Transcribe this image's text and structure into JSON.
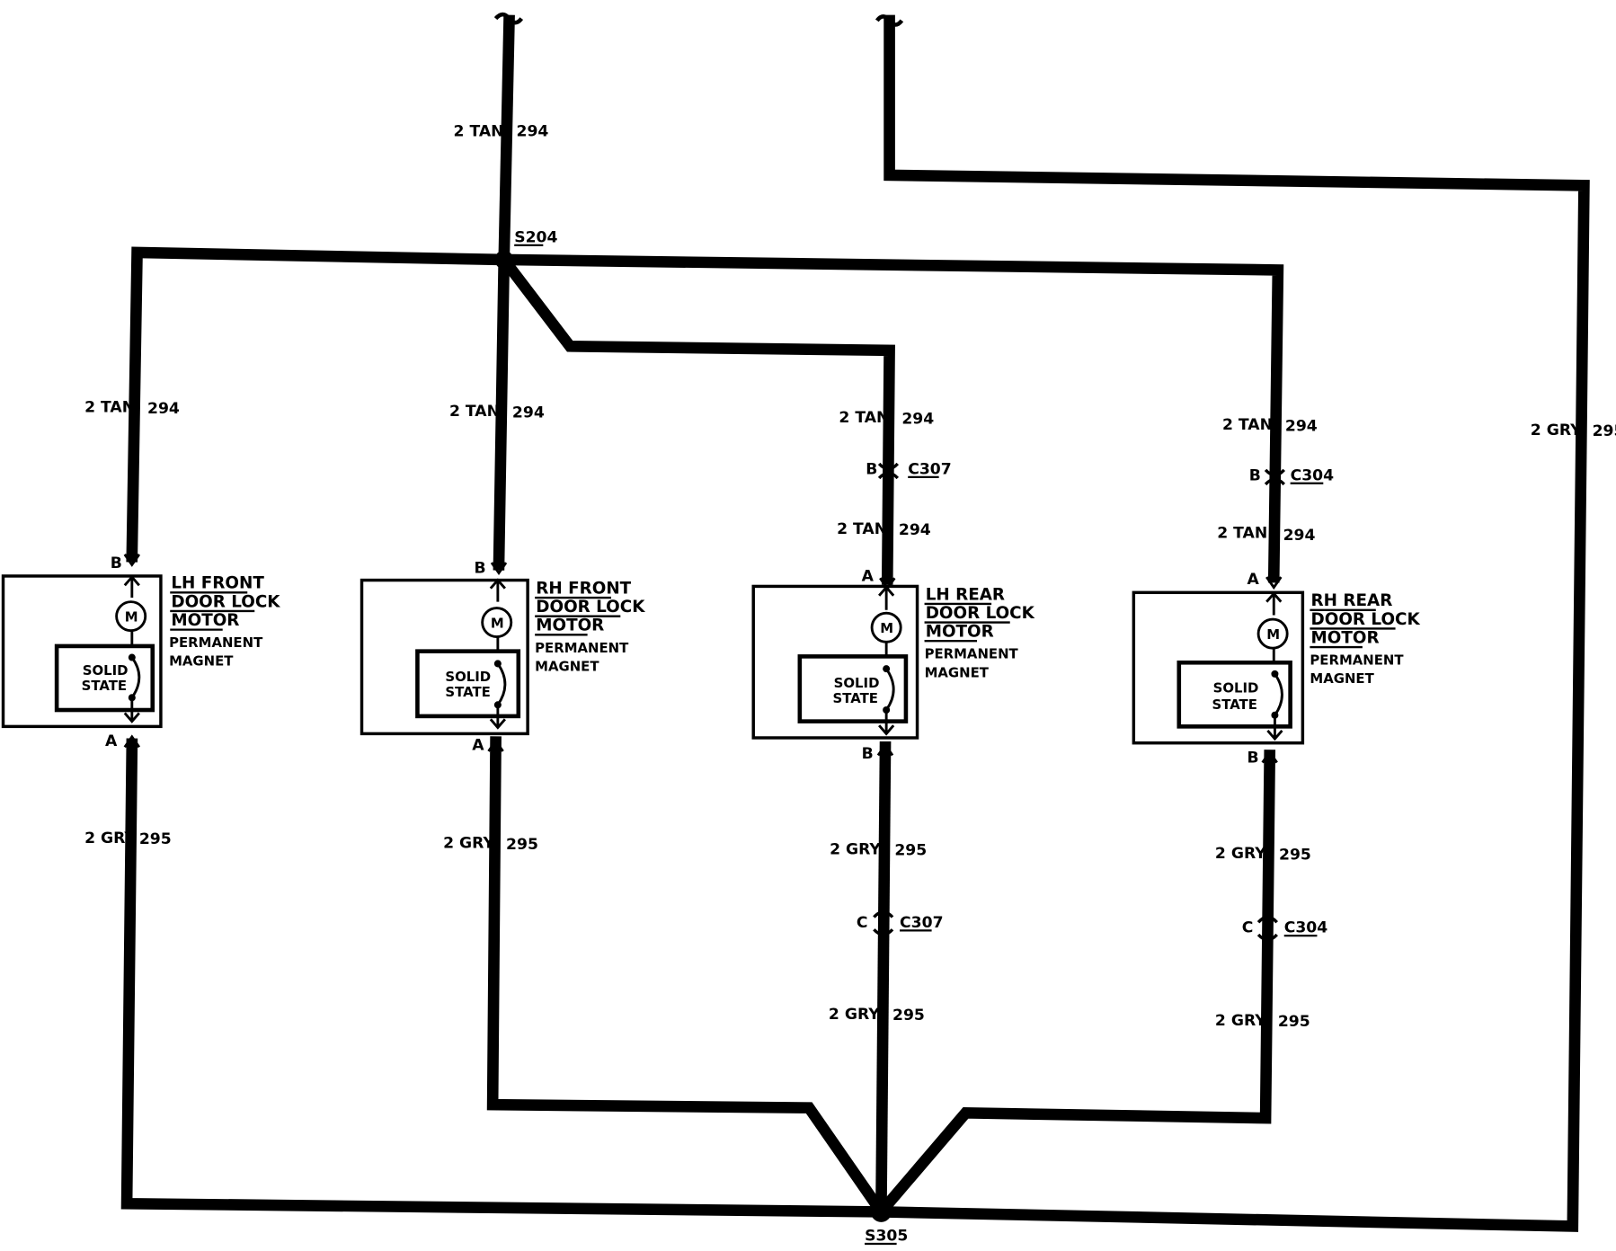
{
  "wire_labels": {
    "tan": "2 TAN",
    "tan_circuit": "294",
    "gry": "2 GRY",
    "gry_circuit": "295"
  },
  "splices": {
    "top": "S204",
    "bottom": "S305"
  },
  "connectors": {
    "lh_rear": "C307",
    "rh_rear": "C304"
  },
  "pins": {
    "a": "A",
    "b": "B",
    "c": "C"
  },
  "motors": [
    {
      "line1": "LH FRONT",
      "line2": "DOOR LOCK",
      "line3": "MOTOR",
      "note1": "PERMANENT",
      "note2": "MAGNET",
      "solid1": "SOLID",
      "solid2": "STATE",
      "motor_symbol": "M"
    },
    {
      "line1": "RH FRONT",
      "line2": "DOOR LOCK",
      "line3": "MOTOR",
      "note1": "PERMANENT",
      "note2": "MAGNET",
      "solid1": "SOLID",
      "solid2": "STATE",
      "motor_symbol": "M"
    },
    {
      "line1": "LH REAR",
      "line2": "DOOR LOCK",
      "line3": "MOTOR",
      "note1": "PERMANENT",
      "note2": "MAGNET",
      "solid1": "SOLID",
      "solid2": "STATE",
      "motor_symbol": "M"
    },
    {
      "line1": "RH REAR",
      "line2": "DOOR LOCK",
      "line3": "MOTOR",
      "note1": "PERMANENT",
      "note2": "MAGNET",
      "solid1": "SOLID",
      "solid2": "STATE",
      "motor_symbol": "M"
    }
  ],
  "colors": {
    "ink": "#000000",
    "background": "#ffffff"
  }
}
